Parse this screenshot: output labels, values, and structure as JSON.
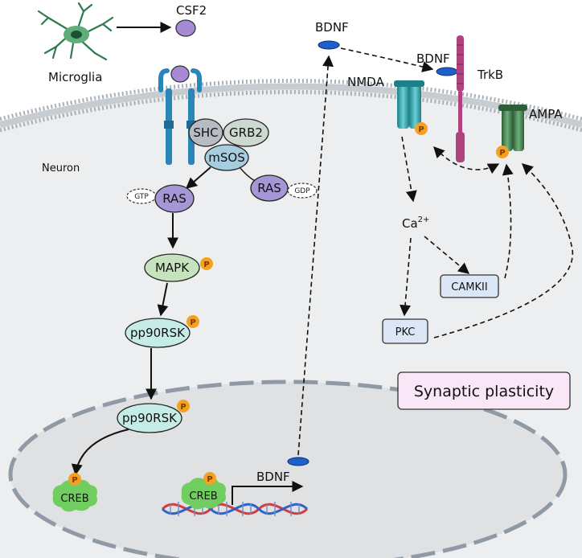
{
  "cells": {
    "microglia": "Microglia",
    "neuron": "Neuron"
  },
  "ligands": {
    "csf2": "CSF2",
    "bdnf_top": "BDNF",
    "bdnf_bound": "BDNF"
  },
  "receptors": {
    "nmda": "NMDA",
    "trkb": "TrkB",
    "ampa": "AMPA"
  },
  "adaptors": {
    "shc": "SHC",
    "grb2": "GRB2",
    "msos": "mSOS",
    "ras_active": "RAS",
    "ras_inactive": "RAS",
    "gtp": "GTP",
    "gdp": "GDP"
  },
  "cascade": {
    "mapk": "MAPK",
    "pp90rsk": "pp90RSK",
    "pp90rsk_nuclear": "pp90RSK",
    "creb_1": "CREB",
    "creb_2": "CREB"
  },
  "gene": {
    "bdnf_gene": "BDNF"
  },
  "calcium": {
    "base": "Ca",
    "charge": "2+"
  },
  "kinases": {
    "camkii": "CAMKII",
    "pkc": "PKC"
  },
  "phospho_label": "P",
  "outcome": "Synaptic plasticity",
  "colors": {
    "membrane": "#a9b1b8",
    "cytoplasm": "#eceeef",
    "nucleus": "#dfe1e3",
    "nucleus_border": "#8f9aa6",
    "csf2": "#a78ad6",
    "bdnf": "#1f5fc9",
    "receptor_blue": "#2a86b8",
    "nmda": "#2ba3ad",
    "trkb": "#b0437e",
    "ampa": "#3f7d4c",
    "shc": "#b7bcc2",
    "grb2": "#cdd8d1",
    "msos": "#a7cde1",
    "ras": "#a596d6",
    "mapk": "#c6e3bd",
    "pp90rsk": "#c5ece6",
    "creb": "#6fce5f",
    "phospho": "#f4a122",
    "kinase_box": "#dbe7f7",
    "outcome_box": "#f9e6f6"
  }
}
